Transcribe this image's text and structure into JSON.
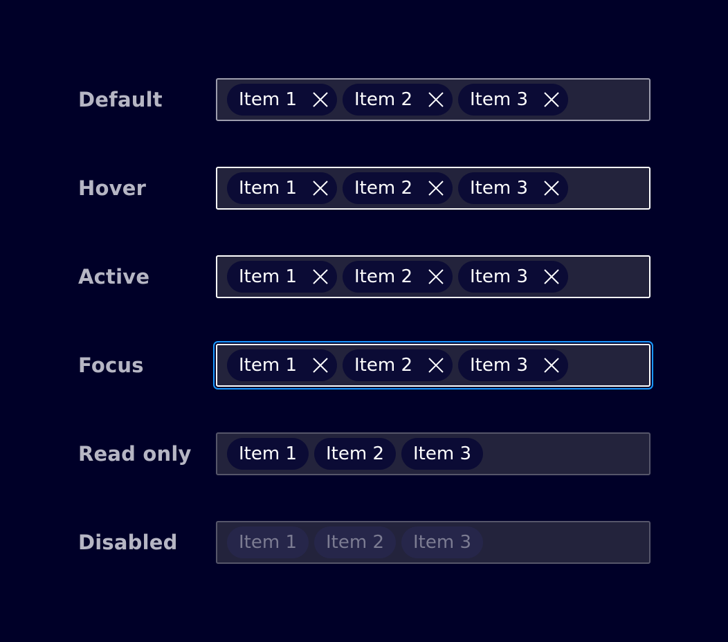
{
  "colors": {
    "background": "#000028",
    "label": "#b6b6c4",
    "field_bg": "#23233c",
    "chip_bg": "#0b0b35",
    "focus_ring": "#1a98ff"
  },
  "states": [
    {
      "label": "Default",
      "items": [
        "Item 1",
        "Item 2",
        "Item 3"
      ],
      "removable": true
    },
    {
      "label": "Hover",
      "items": [
        "Item 1",
        "Item 2",
        "Item 3"
      ],
      "removable": true
    },
    {
      "label": "Active",
      "items": [
        "Item 1",
        "Item 2",
        "Item 3"
      ],
      "removable": true
    },
    {
      "label": "Focus",
      "items": [
        "Item 1",
        "Item 2",
        "Item 3"
      ],
      "removable": true
    },
    {
      "label": "Read only",
      "items": [
        "Item 1",
        "Item 2",
        "Item 3"
      ],
      "removable": false
    },
    {
      "label": "Disabled",
      "items": [
        "Item 1",
        "Item 2",
        "Item 3"
      ],
      "removable": false
    }
  ]
}
